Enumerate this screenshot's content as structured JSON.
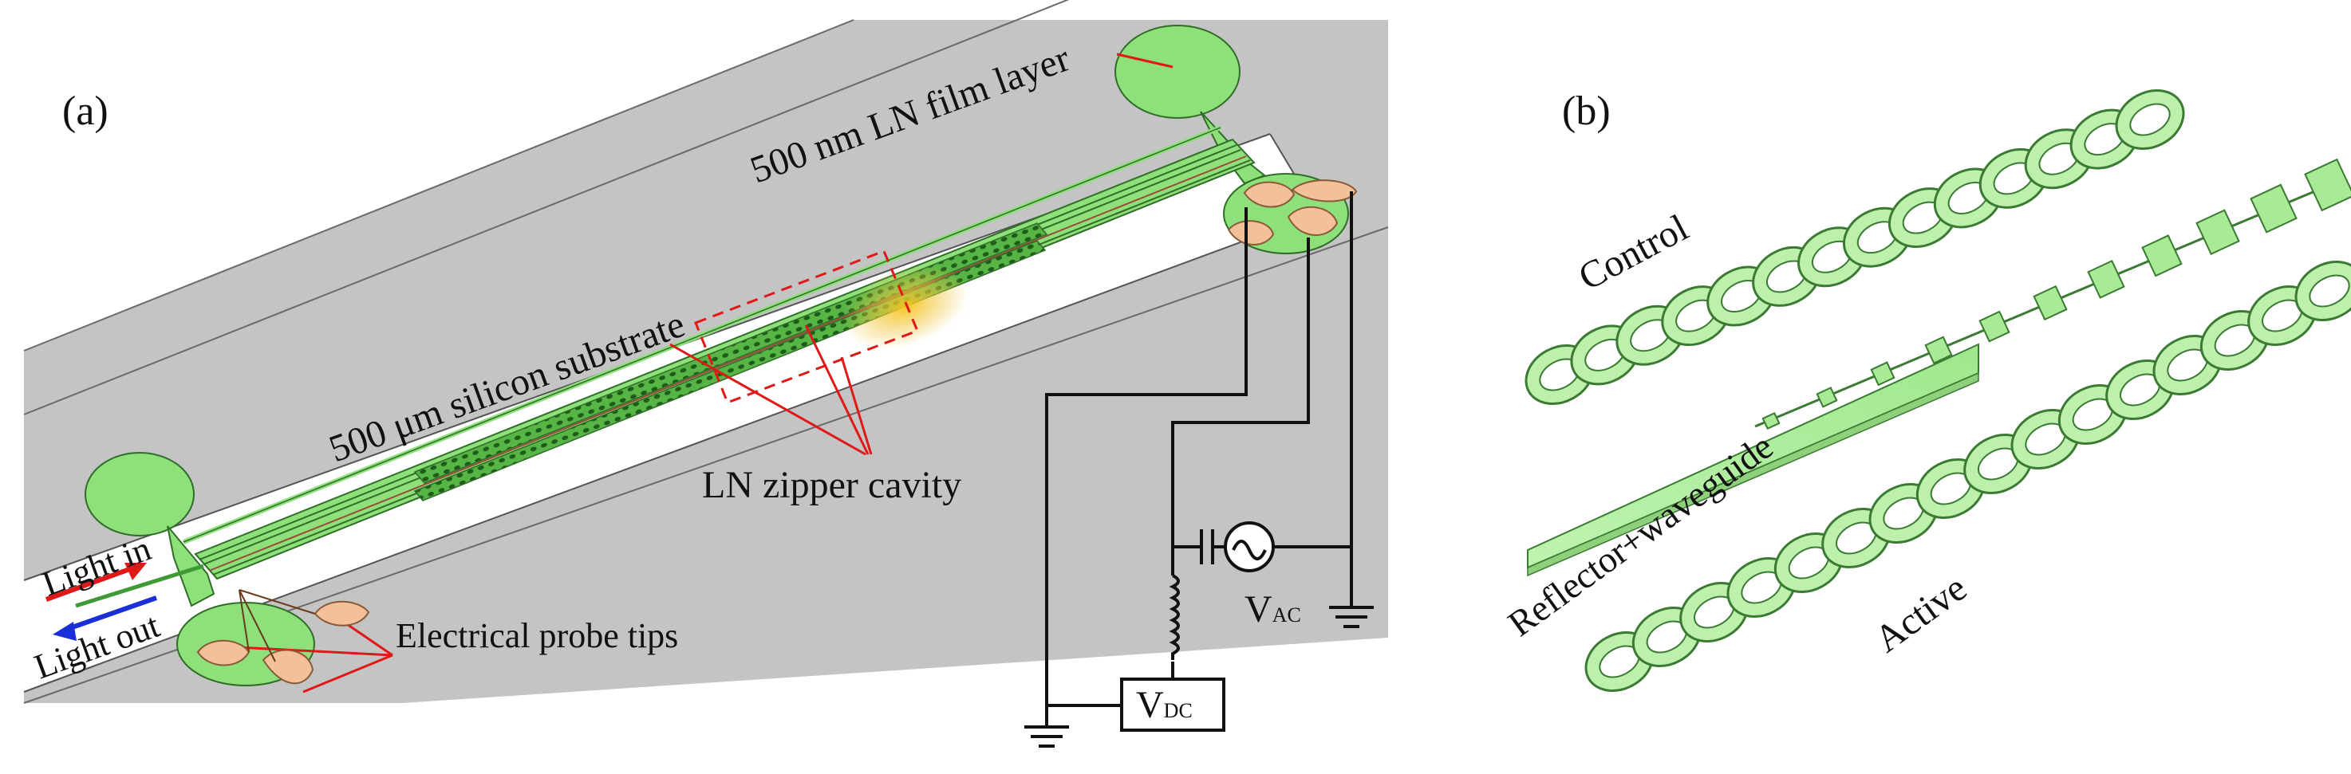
{
  "panels": {
    "a": {
      "label": "(a)"
    },
    "b": {
      "label": "(b)"
    }
  },
  "labels": {
    "ln_film": "500 nm LN film layer",
    "silicon_substrate": "500 μm silicon substrate",
    "zipper_cavity": "LN zipper cavity",
    "light_in": "Light in",
    "light_out": "Light out",
    "probe_tips": "Electrical probe tips",
    "v_ac_main": "V",
    "v_ac_sub": "AC",
    "v_dc_main": "V",
    "v_dc_sub": "DC",
    "control": "Control",
    "reflector_waveguide": "Reflector+waveguide",
    "active": "Active"
  },
  "colors": {
    "substrate": "#c4c4c4",
    "film_green": "#8ee07a",
    "film_dark": "#3f9a36",
    "annotation_red": "#e01818",
    "light_in_arrow": "#e01818",
    "light_out_arrow": "#1a2fd6",
    "probe_tip": "#f2c19a",
    "glow": "#f4c430"
  }
}
